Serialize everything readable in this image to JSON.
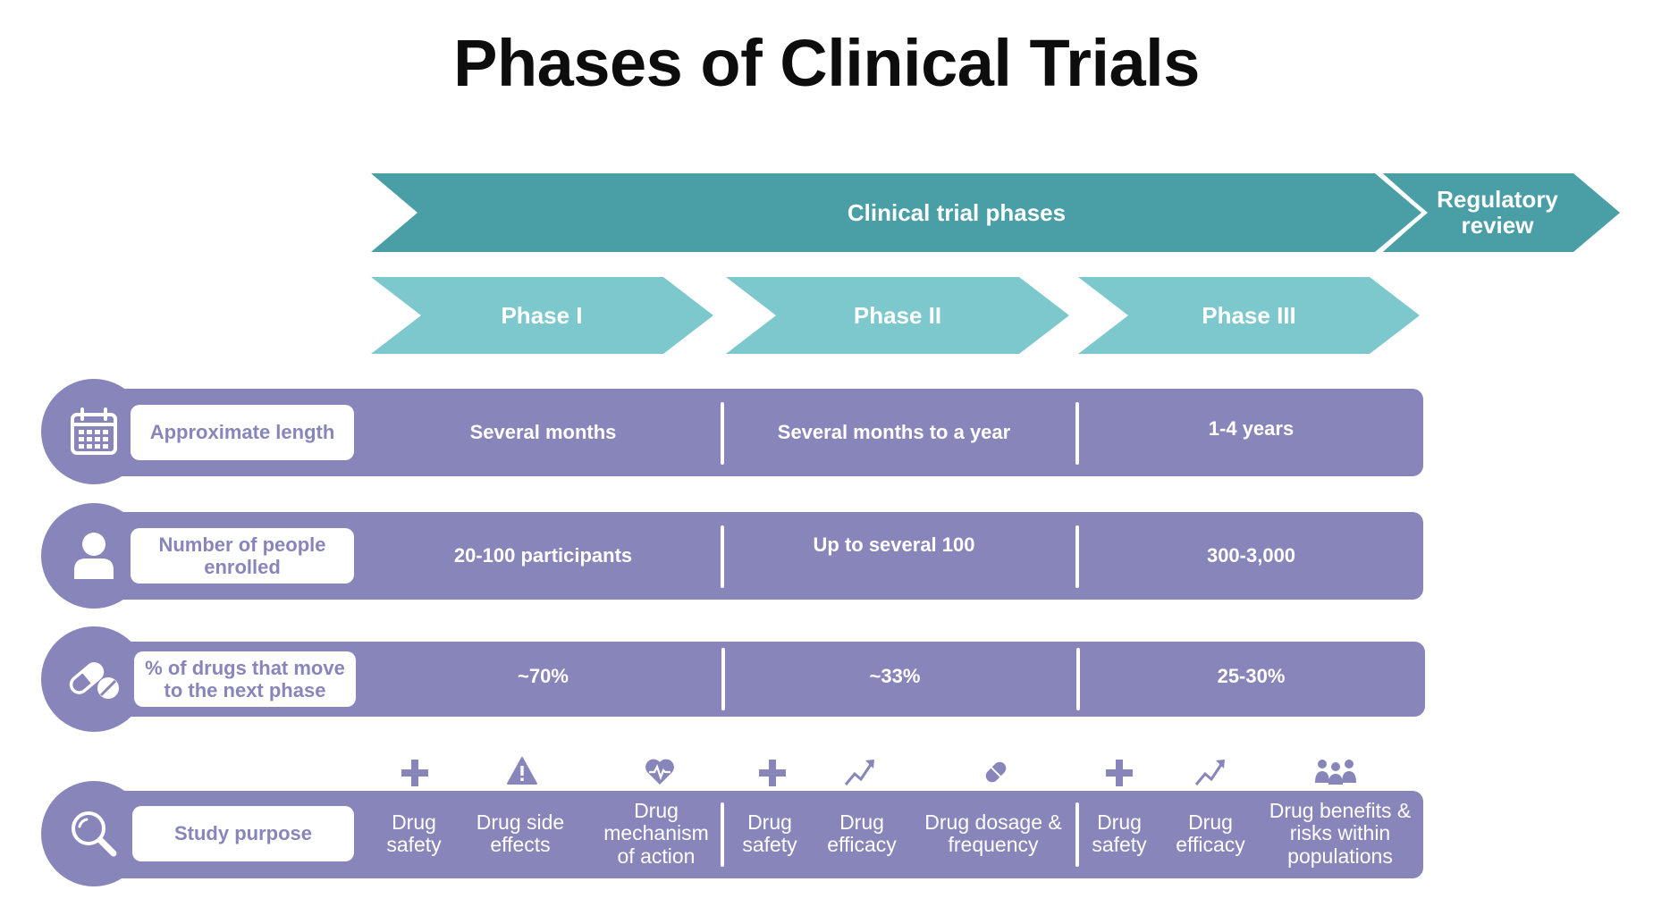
{
  "title": "Phases of Clinical Trials",
  "colors": {
    "dark_teal": "#4a9ea6",
    "light_teal": "#7cc8cc",
    "purple": "#8785ba",
    "white": "#ffffff"
  },
  "top_arrows": {
    "clinical": "Clinical trial phases",
    "regulatory": "Regulatory review"
  },
  "phases": [
    "Phase I",
    "Phase II",
    "Phase III"
  ],
  "rows": {
    "length": {
      "icon": "calendar-icon",
      "label": "Approximate length",
      "values": [
        "Several months",
        "Several months to a year",
        "1-4 years"
      ]
    },
    "people": {
      "icon": "person-icon",
      "label": "Number of people enrolled",
      "values": [
        "20-100  participants",
        "Up to several 100",
        "300-3,000"
      ]
    },
    "move": {
      "icon": "pill-icon",
      "label": "% of drugs that move to the next phase",
      "values": [
        "~70%",
        "~33%",
        "25-30%"
      ]
    },
    "purpose": {
      "icon": "magnifier-icon",
      "label": "Study purpose"
    }
  },
  "study_purposes": [
    {
      "icon": "plus-icon",
      "text": "Drug safety"
    },
    {
      "icon": "warning-icon",
      "text": "Drug side effects"
    },
    {
      "icon": "heart-pulse-icon",
      "text": "Drug mechanism of action"
    },
    {
      "icon": "plus-icon",
      "text": "Drug safety"
    },
    {
      "icon": "trend-up-icon",
      "text": "Drug efficacy"
    },
    {
      "icon": "capsule-icon",
      "text": "Drug dosage & frequency"
    },
    {
      "icon": "plus-icon",
      "text": "Drug safety"
    },
    {
      "icon": "trend-up-icon",
      "text": "Drug efficacy"
    },
    {
      "icon": "people-group-icon",
      "text": "Drug benefits & risks within populations"
    }
  ]
}
